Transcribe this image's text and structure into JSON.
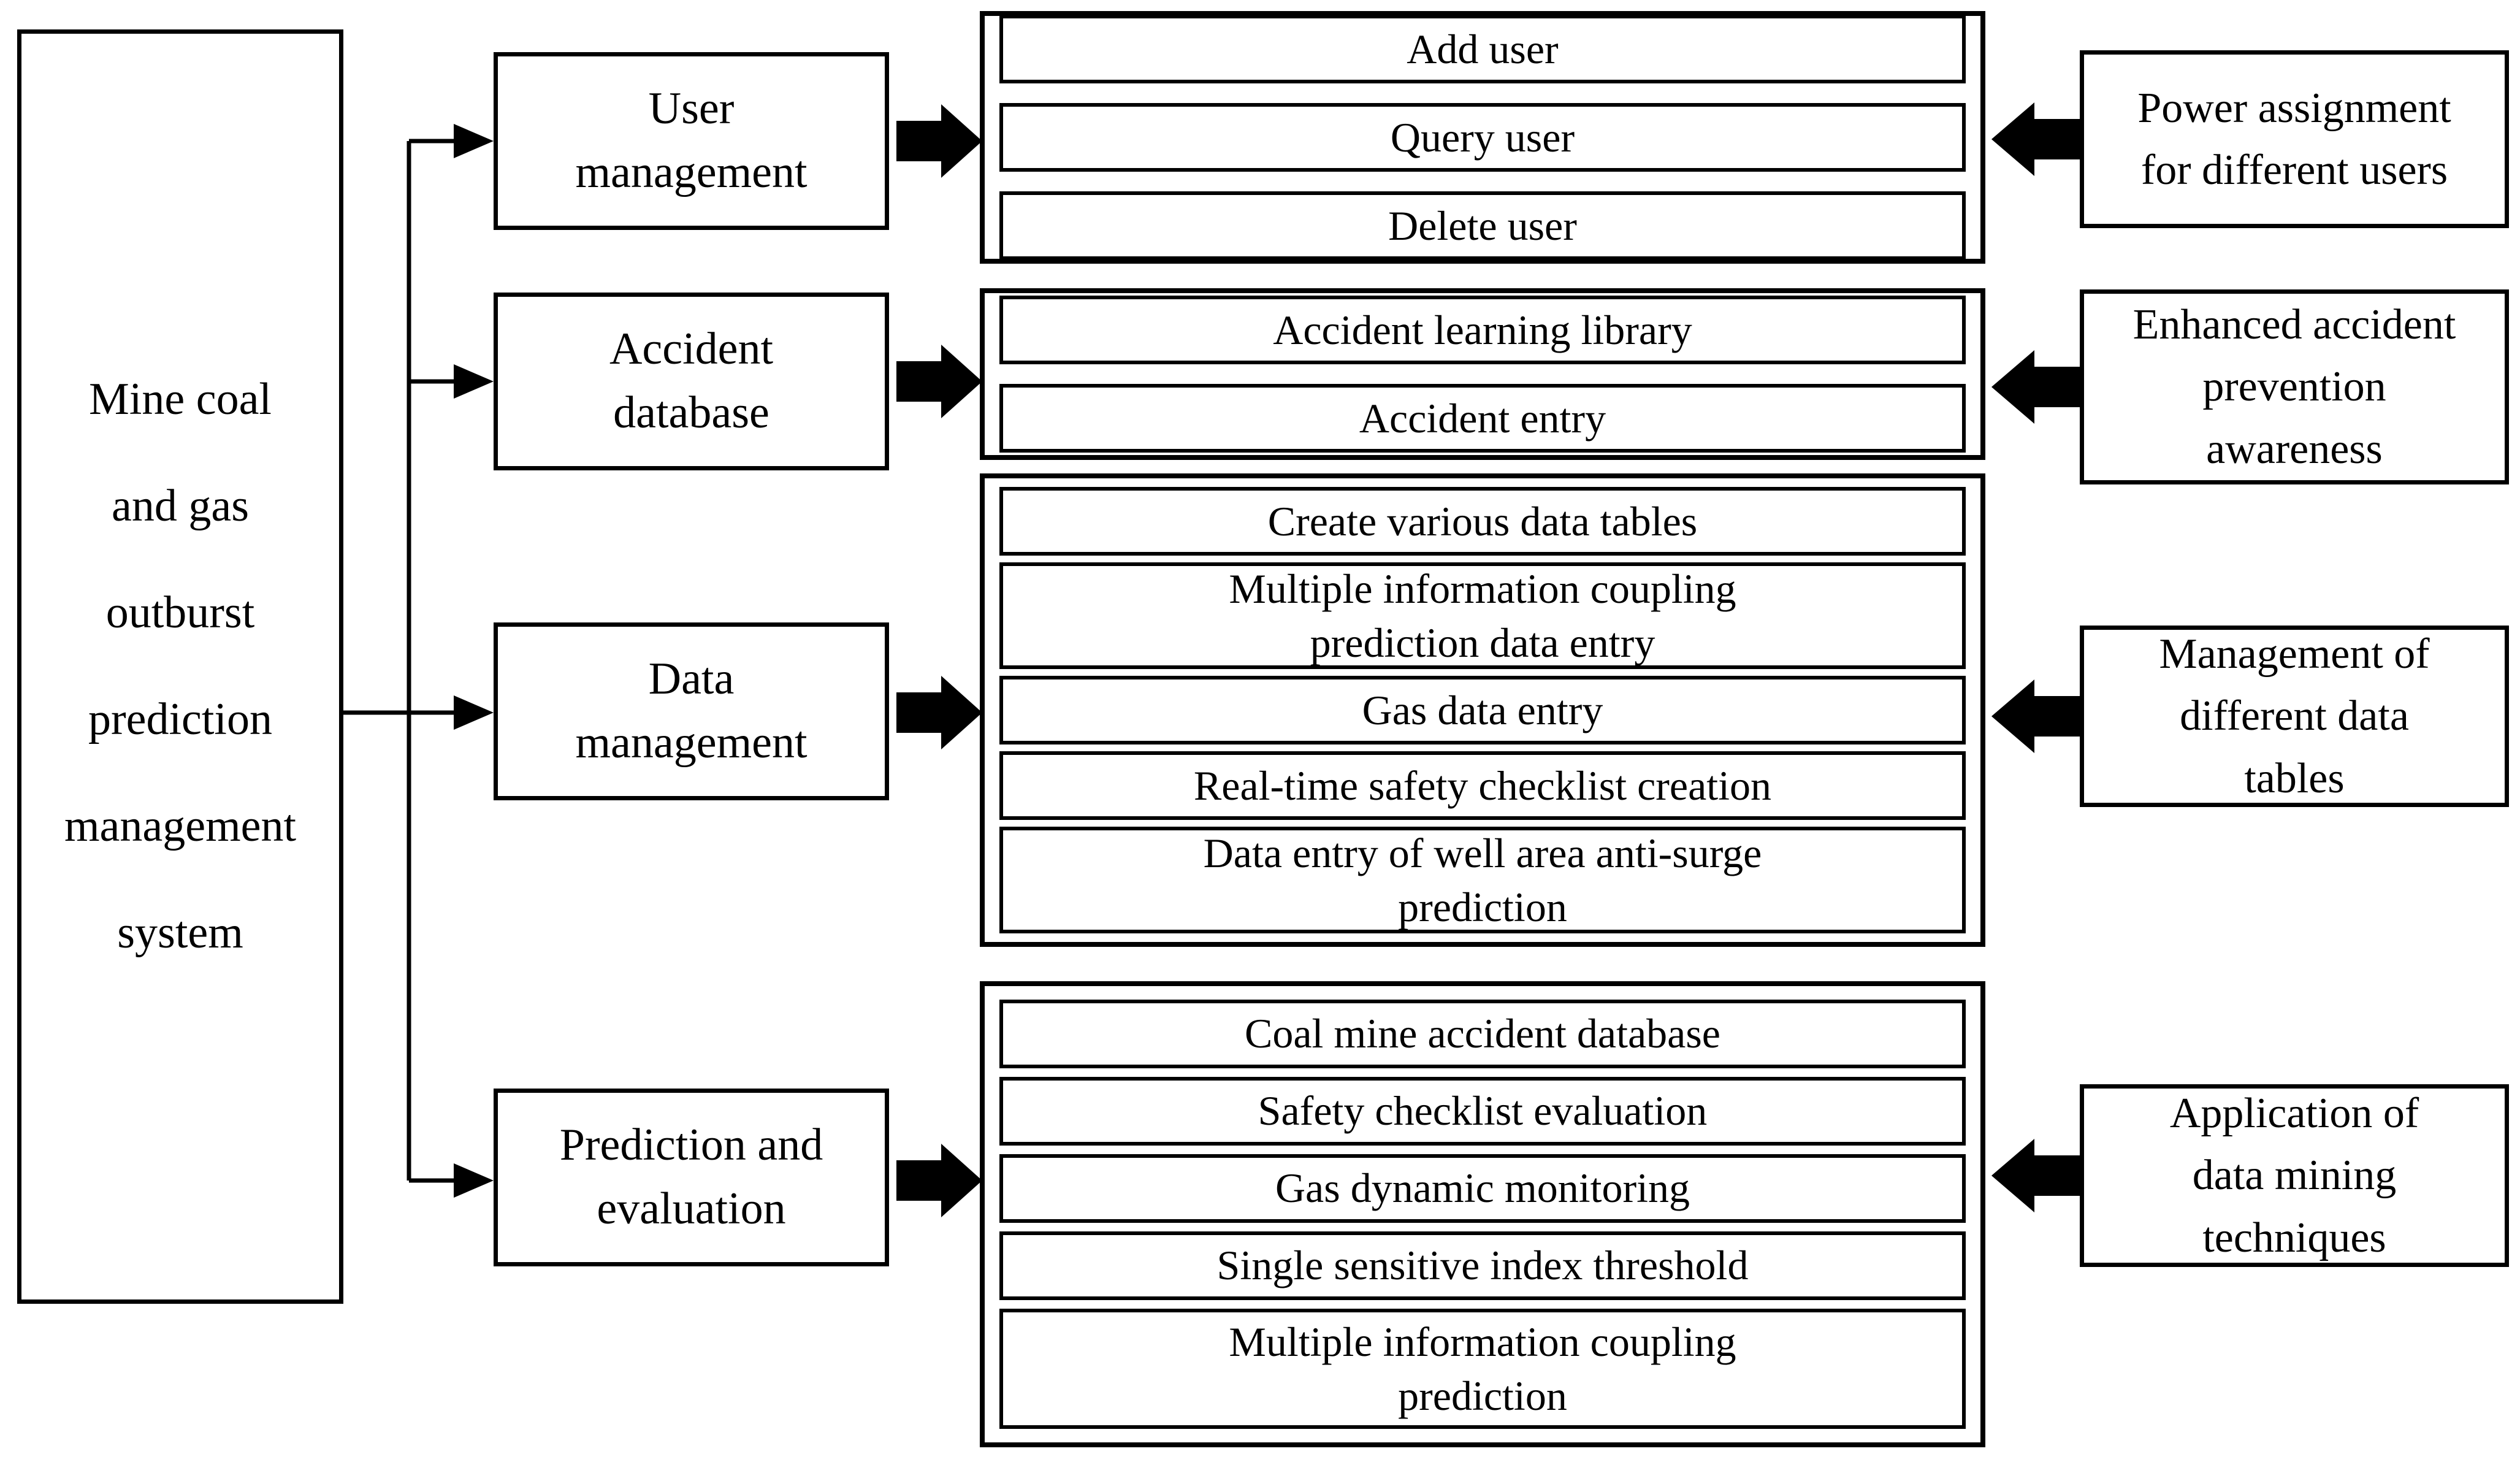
{
  "diagram": {
    "root_label": "Mine coal\nand gas\noutburst\nprediction\nmanagement\nsystem",
    "branches": [
      {
        "label": "User\nmanagement",
        "items": [
          "Add user",
          "Query user",
          "Delete user"
        ],
        "note": "Power assignment\nfor different users"
      },
      {
        "label": "Accident\ndatabase",
        "items": [
          "Accident learning library",
          "Accident entry"
        ],
        "note": "Enhanced accident\nprevention\nawareness"
      },
      {
        "label": "Data\nmanagement",
        "items": [
          "Create various data tables",
          "Multiple information coupling\nprediction data entry",
          "Gas data entry",
          "Real-time safety checklist creation",
          "Data entry of well area anti-surge\nprediction"
        ],
        "note": "Management of\ndifferent data\ntables"
      },
      {
        "label": "Prediction and\nevaluation",
        "items": [
          "Coal mine accident database",
          "Safety checklist evaluation",
          "Gas dynamic monitoring",
          "Single sensitive index threshold",
          "Multiple information coupling\nprediction"
        ],
        "note": "Application of\ndata mining\ntechniques"
      }
    ],
    "colors": {
      "stroke": "#000000",
      "background": "#ffffff"
    }
  }
}
